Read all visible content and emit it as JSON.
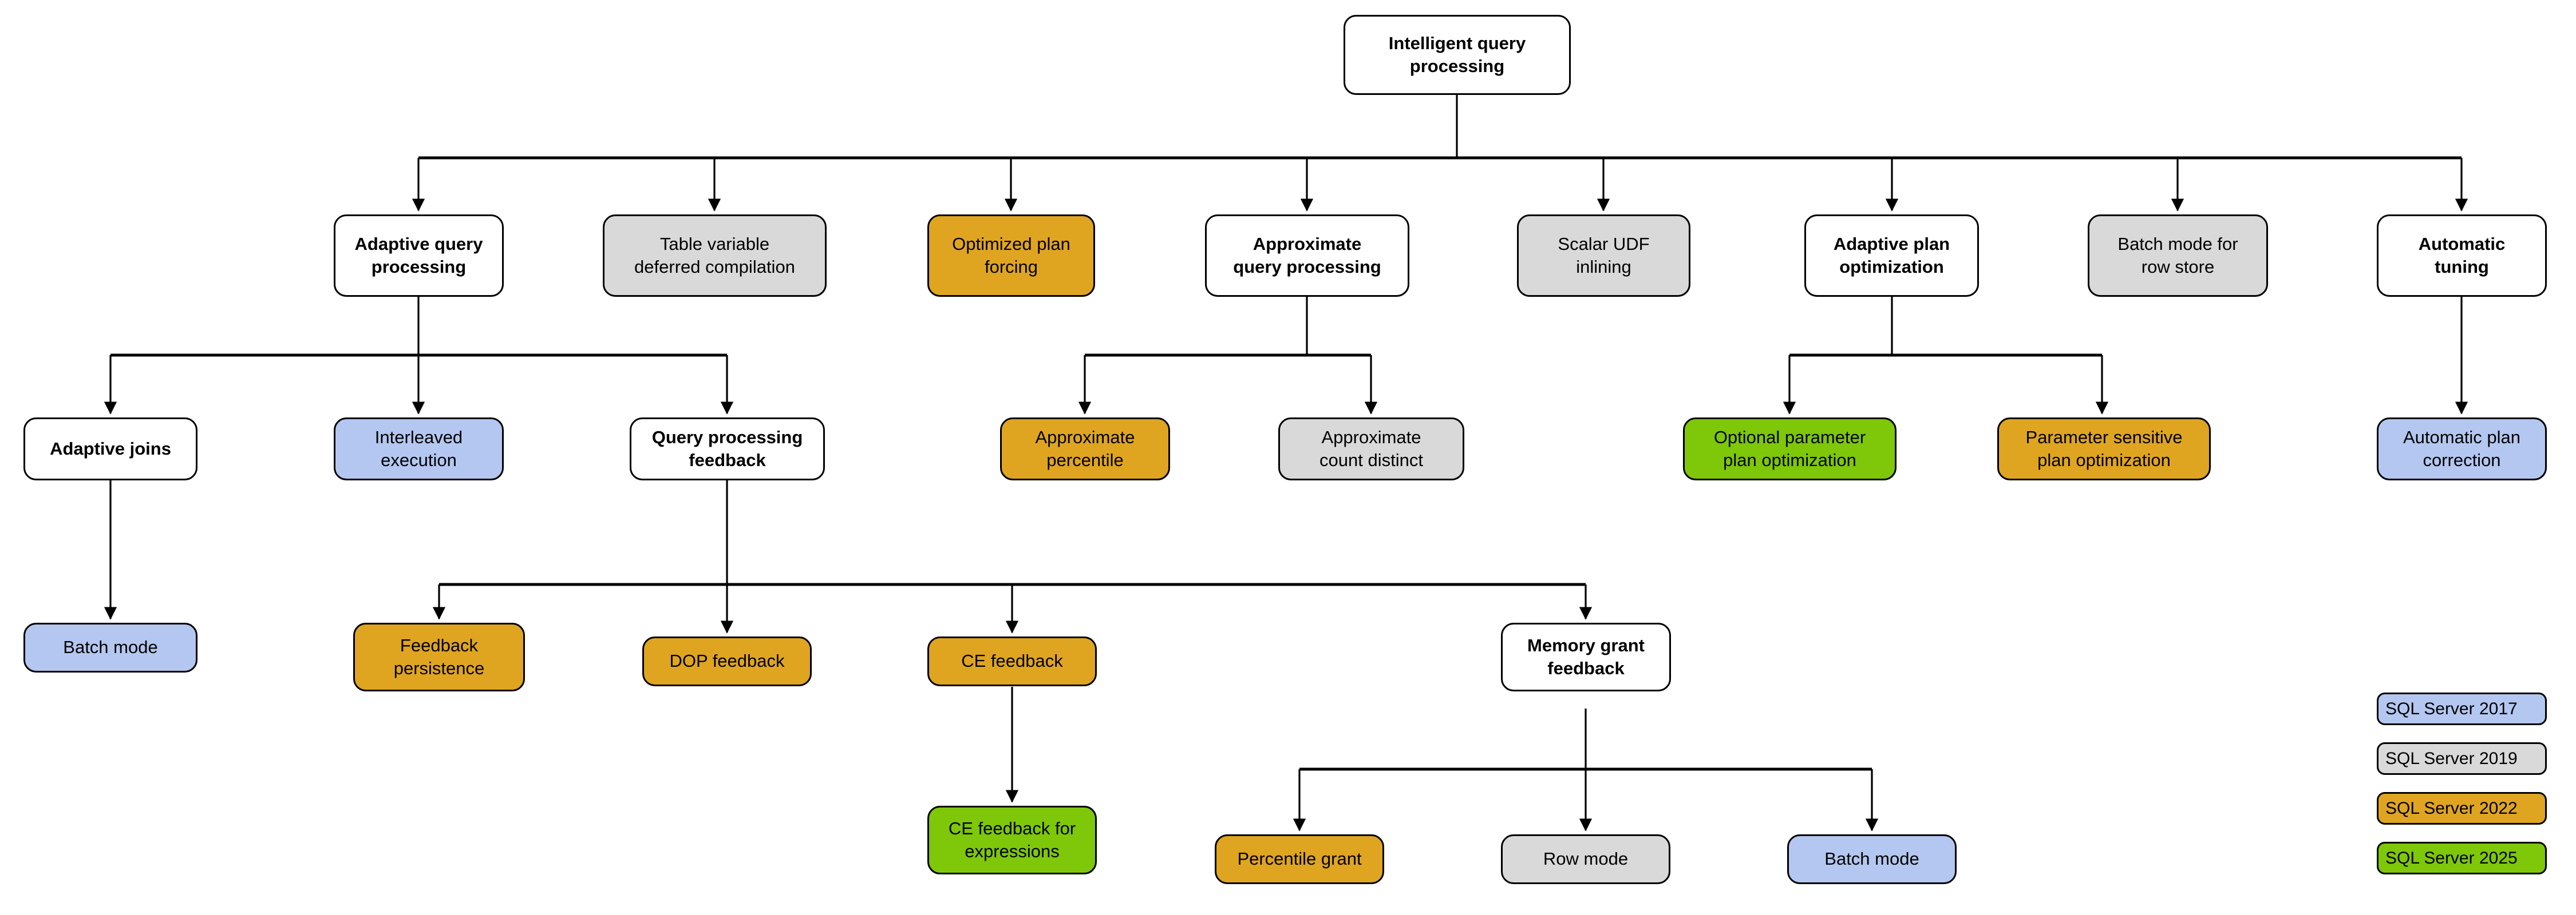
{
  "diagram": {
    "title": "Intelligent query processing",
    "colors": {
      "white": "#ffffff",
      "gray": "#d9d9d9",
      "gold": "#dfa520",
      "blue": "#b4c7f0",
      "green": "#7ec709",
      "stroke": "#000000"
    }
  },
  "nodes": {
    "root": {
      "label": "Intelligent query\nprocessing",
      "fill": "white",
      "bold": true
    },
    "adaptive_query_processing": {
      "label": "Adaptive query\nprocessing",
      "fill": "white",
      "bold": true
    },
    "table_variable_deferred_compilation": {
      "label": "Table variable\ndeferred compilation",
      "fill": "gray",
      "bold": false
    },
    "optimized_plan_forcing": {
      "label": "Optimized plan\nforcing",
      "fill": "gold",
      "bold": false
    },
    "approximate_query_processing": {
      "label": "Approximate\nquery processing",
      "fill": "white",
      "bold": true
    },
    "scalar_udf_inlining": {
      "label": "Scalar UDF\ninlining",
      "fill": "gray",
      "bold": false
    },
    "adaptive_plan_optimization": {
      "label": "Adaptive plan\noptimization",
      "fill": "white",
      "bold": true
    },
    "batch_mode_for_row_store": {
      "label": "Batch mode for\nrow store",
      "fill": "gray",
      "bold": false
    },
    "automatic_tuning": {
      "label": "Automatic\ntuning",
      "fill": "white",
      "bold": true
    },
    "adaptive_joins": {
      "label": "Adaptive joins",
      "fill": "white",
      "bold": true
    },
    "interleaved_execution": {
      "label": "Interleaved\nexecution",
      "fill": "blue",
      "bold": false
    },
    "query_processing_feedback": {
      "label": "Query processing\nfeedback",
      "fill": "white",
      "bold": true
    },
    "approximate_percentile": {
      "label": "Approximate\npercentile",
      "fill": "gold",
      "bold": false
    },
    "approximate_count_distinct": {
      "label": "Approximate\ncount distinct",
      "fill": "gray",
      "bold": false
    },
    "optional_parameter_plan_optimization": {
      "label": "Optional parameter\nplan optimization",
      "fill": "green",
      "bold": false
    },
    "parameter_sensitive_plan_optimization": {
      "label": "Parameter sensitive\nplan optimization",
      "fill": "gold",
      "bold": false
    },
    "automatic_plan_correction": {
      "label": "Automatic plan\ncorrection",
      "fill": "blue",
      "bold": false
    },
    "batch_mode_adaptive_joins": {
      "label": "Batch mode",
      "fill": "blue",
      "bold": false
    },
    "feedback_persistence": {
      "label": "Feedback\npersistence",
      "fill": "gold",
      "bold": false
    },
    "dop_feedback": {
      "label": "DOP feedback",
      "fill": "gold",
      "bold": false
    },
    "ce_feedback": {
      "label": "CE feedback",
      "fill": "gold",
      "bold": false
    },
    "memory_grant_feedback": {
      "label": "Memory grant\nfeedback",
      "fill": "white",
      "bold": true
    },
    "ce_feedback_for_expressions": {
      "label": "CE feedback for\nexpressions",
      "fill": "green",
      "bold": false
    },
    "percentile_grant": {
      "label": "Percentile grant",
      "fill": "gold",
      "bold": false
    },
    "row_mode": {
      "label": "Row mode",
      "fill": "gray",
      "bold": false
    },
    "batch_mode_memory_grant": {
      "label": "Batch mode",
      "fill": "blue",
      "bold": false
    }
  },
  "legend": [
    {
      "label": "SQL Server 2017",
      "fill": "blue"
    },
    {
      "label": "SQL Server 2019",
      "fill": "gray"
    },
    {
      "label": "SQL Server 2022",
      "fill": "gold"
    },
    {
      "label": "SQL Server 2025",
      "fill": "green"
    }
  ]
}
